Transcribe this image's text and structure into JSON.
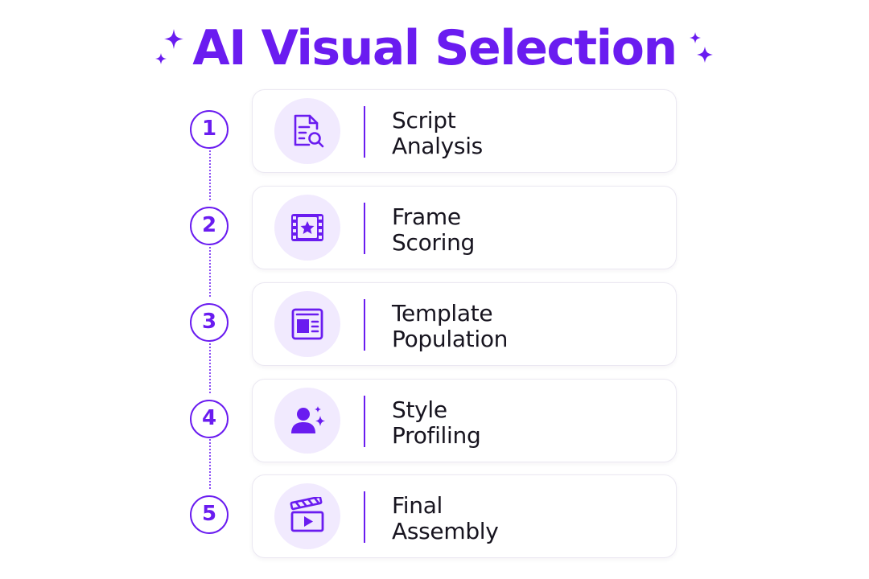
{
  "title": "AI Visual Selection",
  "colors": {
    "accent": "#6a1cf0",
    "icon_bg": "#f1eafe",
    "card_border": "#ebe8f2",
    "text": "#17141f"
  },
  "steps": [
    {
      "number": "1",
      "line1": "Script",
      "line2": "Analysis",
      "icon": "document-search-icon"
    },
    {
      "number": "2",
      "line1": "Frame",
      "line2": "Scoring",
      "icon": "film-star-icon"
    },
    {
      "number": "3",
      "line1": "Template",
      "line2": "Population",
      "icon": "layout-template-icon"
    },
    {
      "number": "4",
      "line1": "Style",
      "line2": "Profiling",
      "icon": "user-sparkle-icon"
    },
    {
      "number": "5",
      "line1": "Final",
      "line2": "Assembly",
      "icon": "clapperboard-play-icon"
    }
  ]
}
